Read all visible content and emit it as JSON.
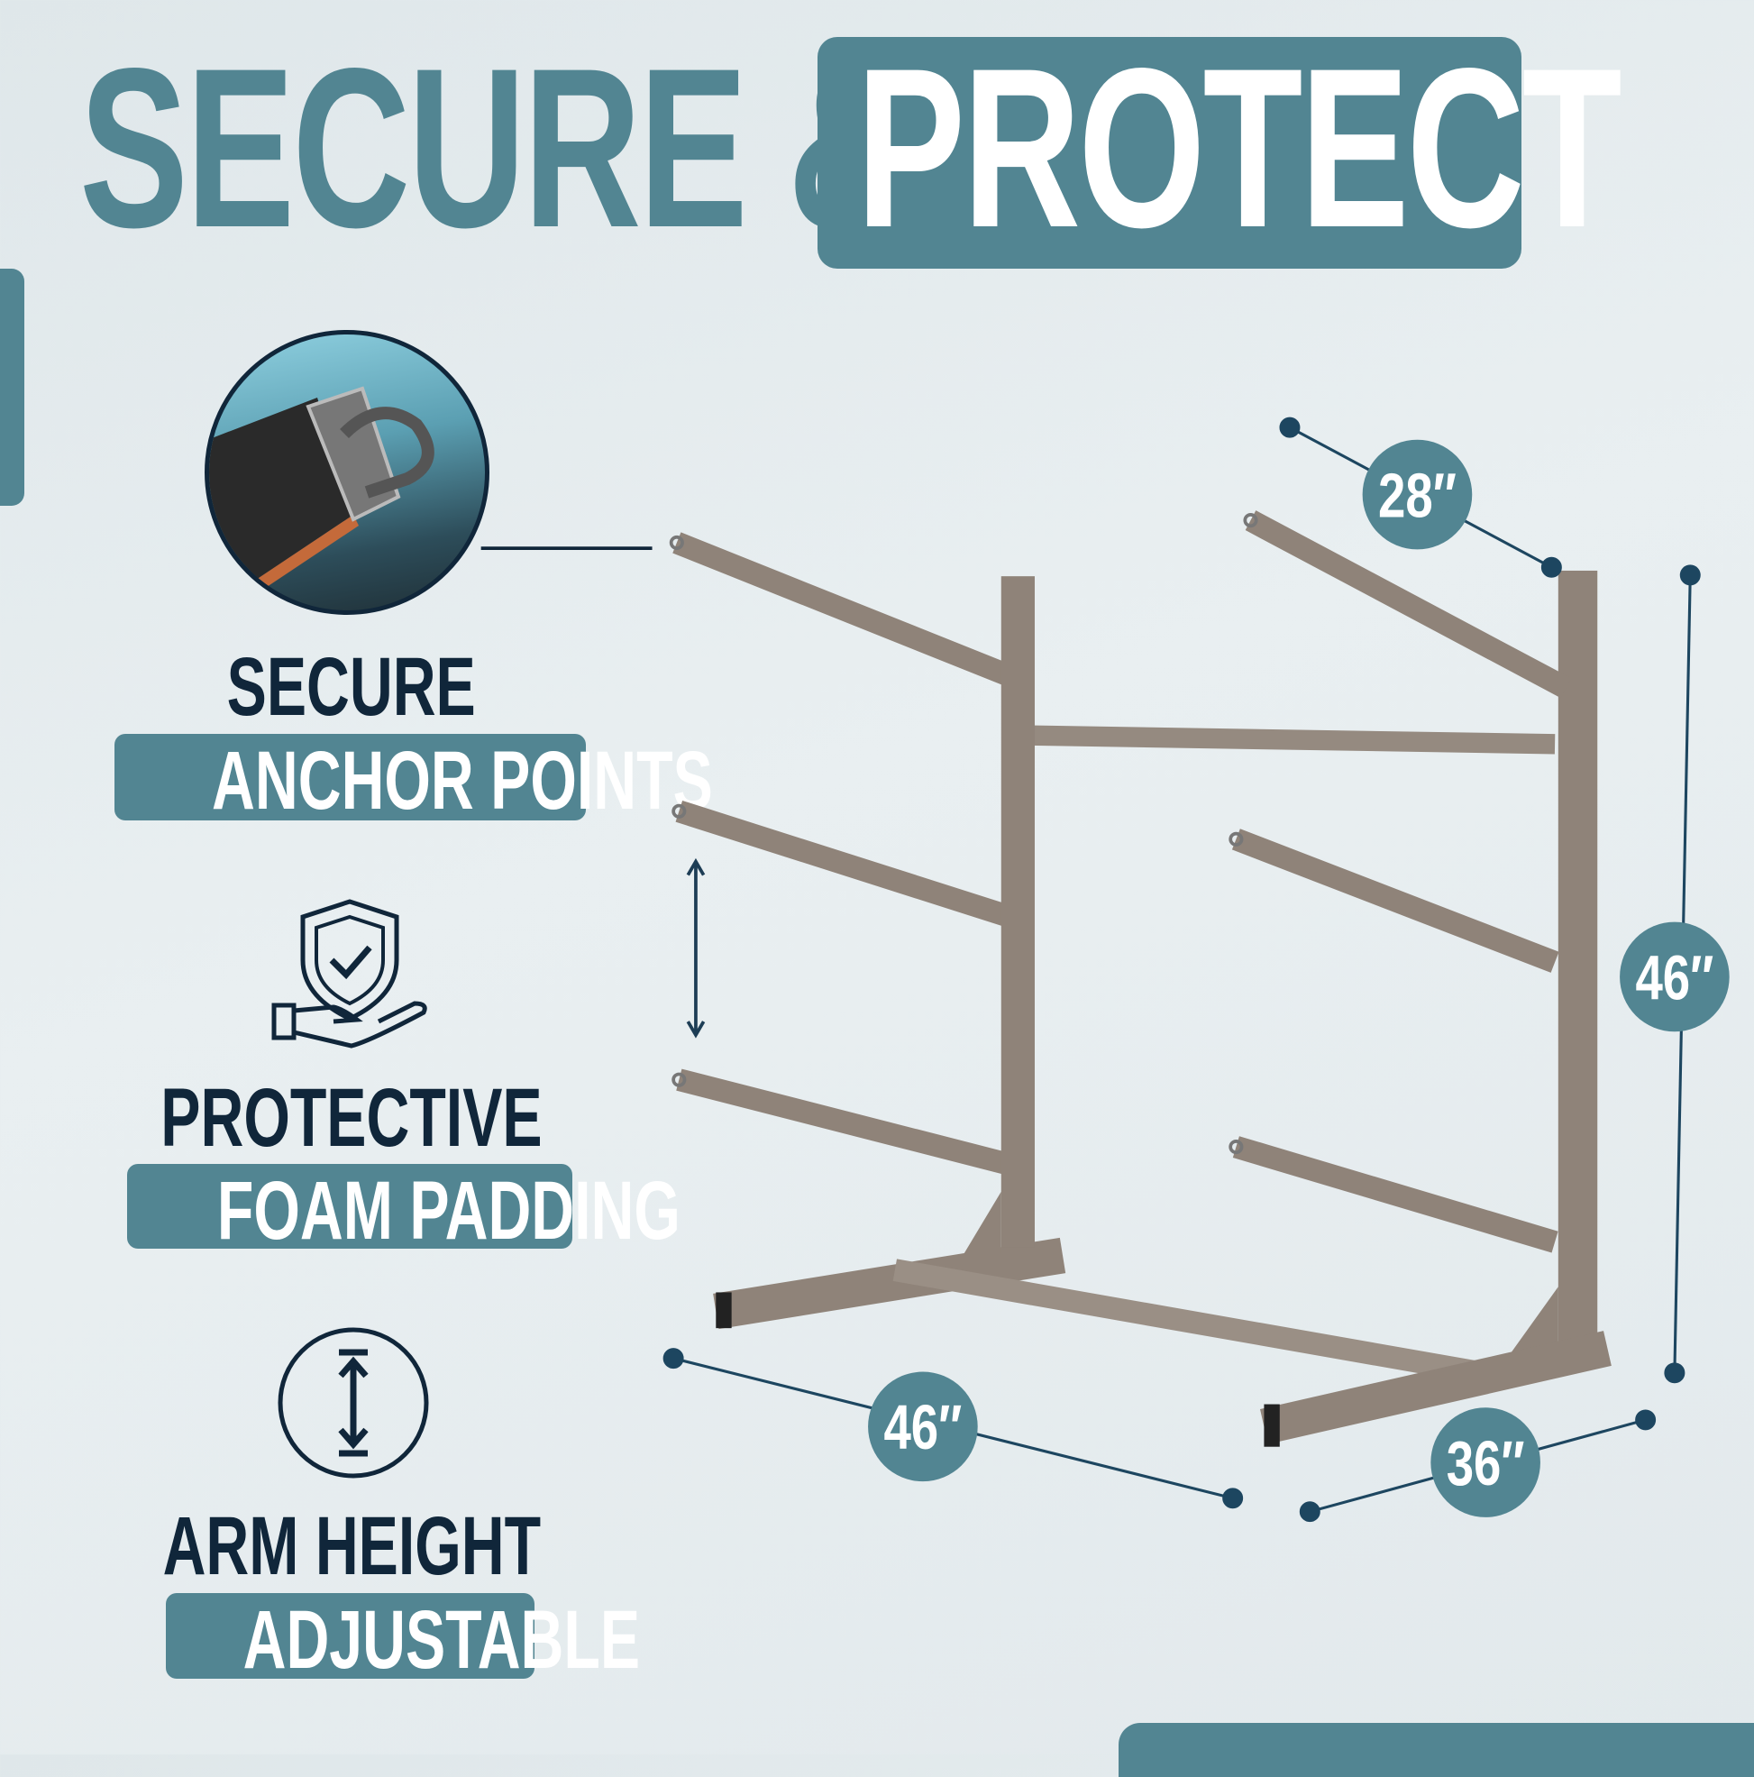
{
  "header": {
    "title_part1": "SECURE &",
    "title_part2": "PROTECT"
  },
  "features": [
    {
      "heading": "SECURE",
      "highlight": "ANCHOR POINTS",
      "icon": "anchor-loop-closeup"
    },
    {
      "heading": "PROTECTIVE",
      "highlight": "FOAM PADDING",
      "icon": "hand-shield-check-icon"
    },
    {
      "heading": "ARM HEIGHT",
      "highlight": "ADJUSTABLE",
      "icon": "vertical-arrow-circle-icon"
    }
  ],
  "dimensions": {
    "depth": "28″",
    "height": "46″",
    "width": "46″",
    "base": "36″"
  },
  "colors": {
    "accent": "#528592",
    "dark": "#10263a",
    "rack": "#8f8379",
    "background": "#e4ebee"
  }
}
